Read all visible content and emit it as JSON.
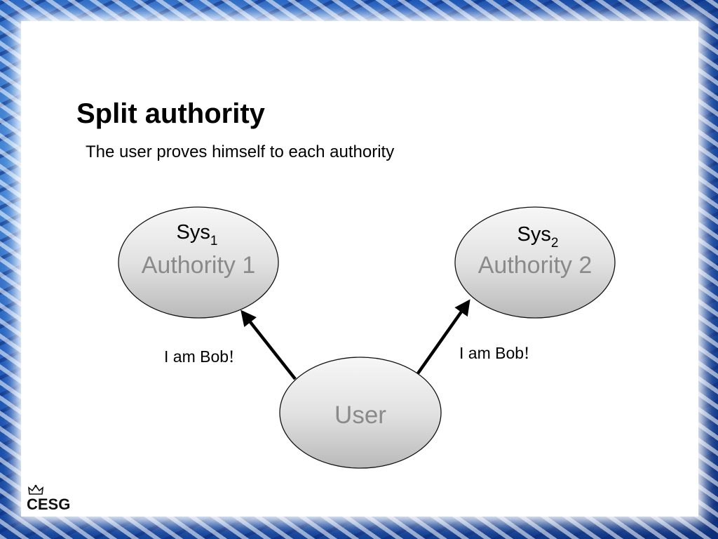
{
  "slide": {
    "title": "Split authority",
    "subtitle": "The user proves himself to each authority"
  },
  "diagram": {
    "nodes": [
      {
        "id": "authority1",
        "sys_label": "Sys",
        "sys_sub": "1",
        "name": "Authority 1"
      },
      {
        "id": "authority2",
        "sys_label": "Sys",
        "sys_sub": "2",
        "name": "Authority 2"
      },
      {
        "id": "user",
        "name": "User"
      }
    ],
    "edges": [
      {
        "from": "user",
        "to": "authority1",
        "label": "I am Bob",
        "mark": "!"
      },
      {
        "from": "user",
        "to": "authority2",
        "label": "I am Bob",
        "mark": "!"
      }
    ]
  },
  "logo": {
    "text": "CESG",
    "icon": "crown-icon"
  }
}
